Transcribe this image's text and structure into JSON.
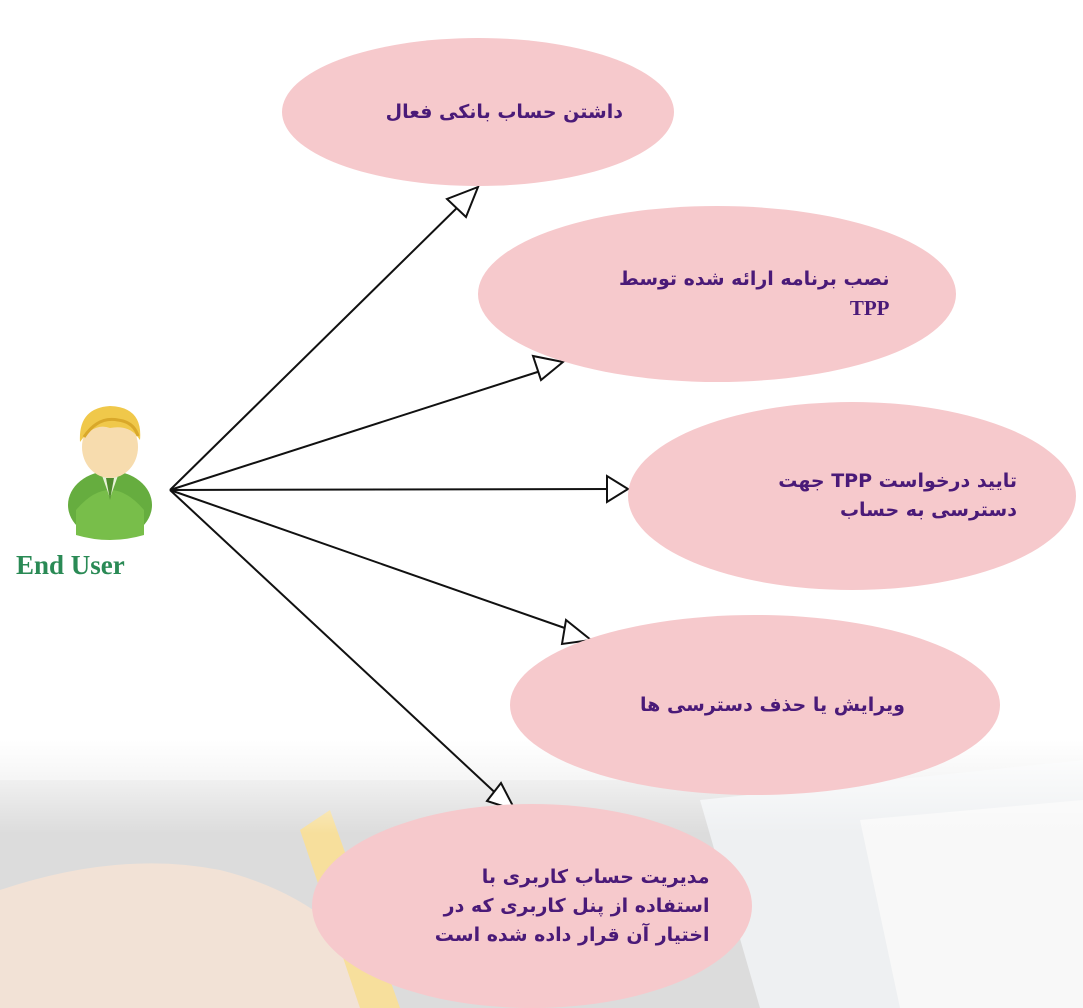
{
  "actor": {
    "label": "End User",
    "icon": "user-icon"
  },
  "use_cases": [
    {
      "id": "active-bank-account",
      "lines": [
        "داشتن حساب بانکی فعال"
      ]
    },
    {
      "id": "install-tpp-app",
      "lines": [
        "نصب برنامه ارائه شده توسط",
        "TPP"
      ]
    },
    {
      "id": "approve-tpp-request",
      "lines": [
        "تایید درخواست TPP جهت",
        "دسترسی به حساب"
      ]
    },
    {
      "id": "edit-delete-access",
      "lines": [
        "ویرایش یا حذف دسترسی ها"
      ]
    },
    {
      "id": "manage-user-account",
      "lines": [
        "مدیریت حساب کاربری با",
        "استفاده از پنل کاربری که در",
        "اختیار آن قرار داده شده است"
      ]
    }
  ],
  "colors": {
    "ellipse_fill": "#f6c9cc",
    "text": "#4a1a78",
    "actor_label": "#2a8a55",
    "line": "#111111"
  }
}
